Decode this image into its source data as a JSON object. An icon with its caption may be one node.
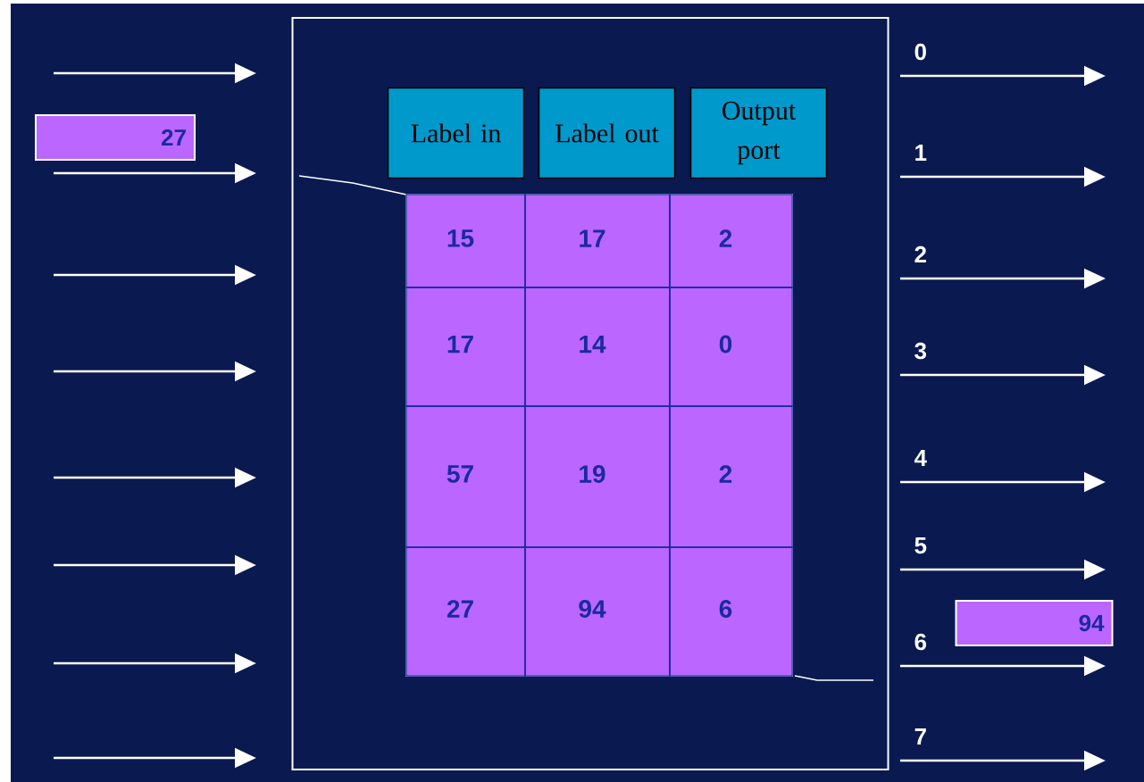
{
  "diagram": {
    "nodes": [
      {
        "text": [],
        "shape": "box"
      },
      {
        "text": [
          "27"
        ]
      },
      {
        "text": [
          "94"
        ]
      },
      {
        "text": [
          "Label in"
        ],
        "in": 0
      },
      {
        "text": [
          "Label out"
        ],
        "in": 0
      },
      {
        "text": [
          "Output port"
        ],
        "in": 0
      }
    ],
    "labels": [
      "15",
      "17",
      "2",
      "17",
      "14",
      "0",
      "57",
      "19",
      "2",
      "27",
      "94",
      "6",
      "0",
      "1",
      "2",
      "3",
      "4",
      "5",
      "6",
      "7"
    ]
  }
}
